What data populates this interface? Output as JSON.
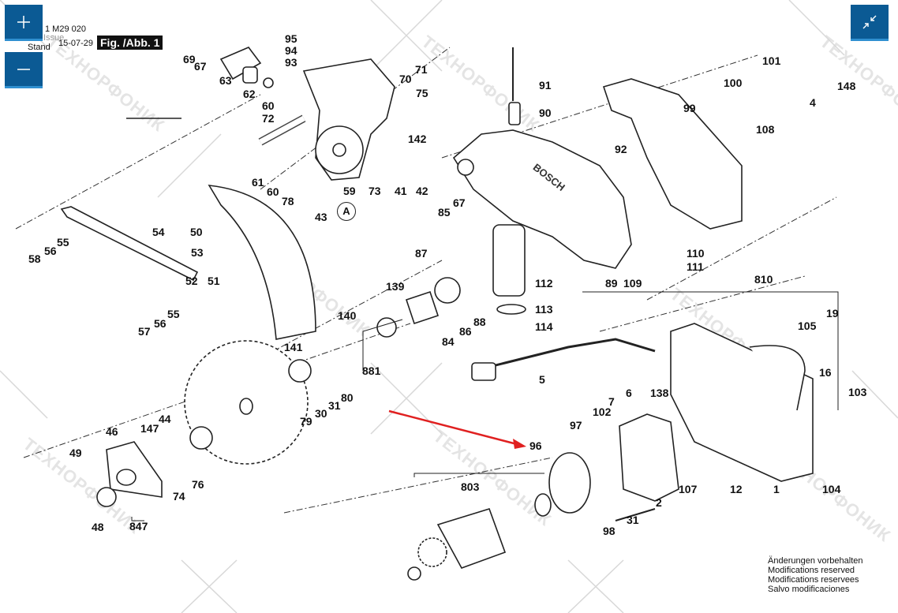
{
  "viewer": {
    "controls": {
      "zoom_in_icon": "plus-icon",
      "zoom_out_icon": "minus-icon",
      "fullscreen_icon": "collapse-arrows-icon"
    },
    "accent_color": "#0b5a94",
    "annotation_color": "#e02020"
  },
  "header": {
    "model_number": "1 M29 020",
    "issue_label": "Issue",
    "stand_label": "Stand",
    "date": "15-07-29",
    "figure_tag": "Fig. /Abb. 1"
  },
  "diagram": {
    "highlighted_part": "96",
    "brand_text": "BOSCH",
    "callout_A": "A",
    "parts": [
      "69",
      "67",
      "63",
      "62",
      "60",
      "72",
      "61",
      "60",
      "95",
      "94",
      "93",
      "70",
      "71",
      "75",
      "142",
      "59",
      "73",
      "41",
      "42",
      "78",
      "43",
      "91",
      "90",
      "92",
      "99",
      "100",
      "101",
      "4",
      "148",
      "108",
      "85",
      "67",
      "87",
      "112",
      "113",
      "114",
      "89",
      "109",
      "110",
      "111",
      "54",
      "58",
      "56",
      "55",
      "50",
      "53",
      "52",
      "51",
      "57",
      "56",
      "55",
      "139",
      "140",
      "141",
      "881",
      "84",
      "86",
      "88",
      "80",
      "79",
      "30",
      "31",
      "5",
      "6",
      "7",
      "102",
      "138",
      "810",
      "19",
      "105",
      "16",
      "103",
      "2",
      "107",
      "12",
      "1",
      "104",
      "46",
      "147",
      "44",
      "49",
      "74",
      "76",
      "48",
      "847",
      "96",
      "97",
      "803",
      "98",
      "31"
    ]
  },
  "footer": {
    "notes": [
      "Änderungen vorbehalten",
      "Modifications reserved",
      "Modifications reservees",
      "Salvo modificaciones"
    ]
  },
  "watermark": {
    "text": "ТЕХНОРФОНИК"
  }
}
